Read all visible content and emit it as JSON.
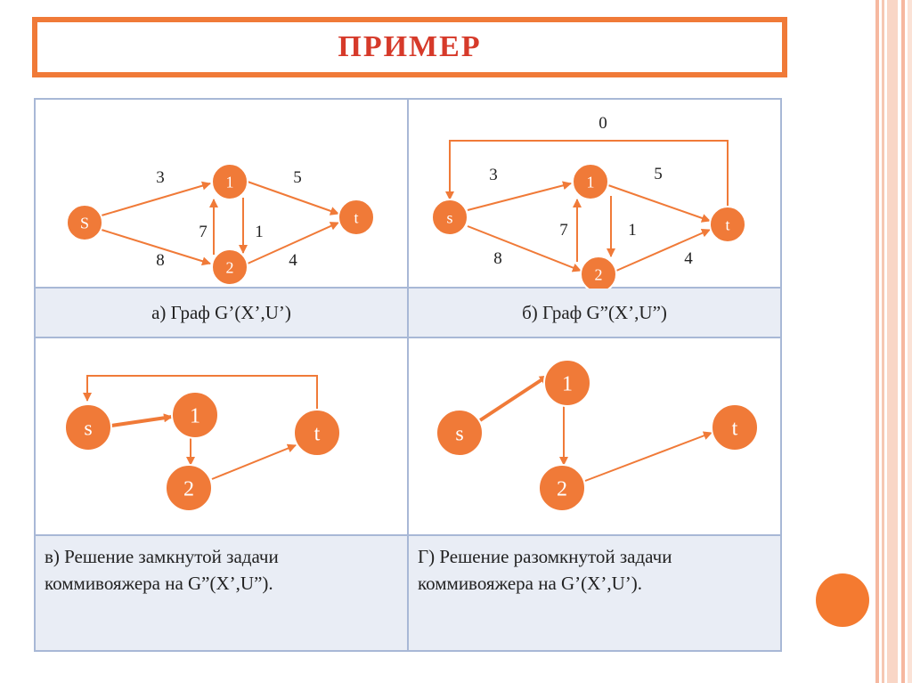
{
  "title": "ПРИМЕР",
  "colors": {
    "accent": "#f07a38",
    "node_fill": "#f07a38",
    "edge": "#f07a38",
    "title_text": "#d63a2a",
    "grid_border": "#a8b8d6",
    "caption_bg": "#e9edf5"
  },
  "panels": [
    {
      "caption": "а) Граф G’(X’,U’)",
      "nodes": [
        {
          "id": "S",
          "label": "S"
        },
        {
          "id": "1",
          "label": "1"
        },
        {
          "id": "2",
          "label": "2"
        },
        {
          "id": "t",
          "label": "t"
        }
      ],
      "edges": [
        {
          "from": "S",
          "to": "1",
          "weight": "3"
        },
        {
          "from": "S",
          "to": "2",
          "weight": "8"
        },
        {
          "from": "1",
          "to": "t",
          "weight": "5"
        },
        {
          "from": "2",
          "to": "t",
          "weight": "4"
        },
        {
          "from": "2",
          "to": "1",
          "weight": "7"
        },
        {
          "from": "1",
          "to": "2",
          "weight": "1"
        }
      ]
    },
    {
      "caption": "б) Граф G”(X’,U”)",
      "nodes": [
        {
          "id": "s",
          "label": "s"
        },
        {
          "id": "1",
          "label": "1"
        },
        {
          "id": "2",
          "label": "2"
        },
        {
          "id": "t",
          "label": "t"
        }
      ],
      "edges": [
        {
          "from": "s",
          "to": "1",
          "weight": "3"
        },
        {
          "from": "s",
          "to": "2",
          "weight": "8"
        },
        {
          "from": "1",
          "to": "t",
          "weight": "5"
        },
        {
          "from": "2",
          "to": "t",
          "weight": "4"
        },
        {
          "from": "2",
          "to": "1",
          "weight": "7"
        },
        {
          "from": "1",
          "to": "2",
          "weight": "1"
        },
        {
          "from": "t",
          "to": "s",
          "weight": "0"
        }
      ]
    },
    {
      "caption": "в) Решение замкнутой задачи коммивояжера на G”(X’,U”).",
      "nodes": [
        {
          "id": "s",
          "label": "s"
        },
        {
          "id": "1",
          "label": "1"
        },
        {
          "id": "2",
          "label": "2"
        },
        {
          "id": "t",
          "label": "t"
        }
      ],
      "edges": [
        {
          "from": "s",
          "to": "1",
          "bold": true
        },
        {
          "from": "1",
          "to": "2"
        },
        {
          "from": "2",
          "to": "t"
        },
        {
          "from": "t",
          "to": "s"
        }
      ]
    },
    {
      "caption": "Г) Решение разомкнутой задачи коммивояжера на G’(X’,U’).",
      "nodes": [
        {
          "id": "s",
          "label": "s"
        },
        {
          "id": "1",
          "label": "1"
        },
        {
          "id": "2",
          "label": "2"
        },
        {
          "id": "t",
          "label": "t"
        }
      ],
      "edges": [
        {
          "from": "s",
          "to": "1",
          "bold": true
        },
        {
          "from": "1",
          "to": "2"
        },
        {
          "from": "2",
          "to": "t"
        }
      ]
    }
  ]
}
